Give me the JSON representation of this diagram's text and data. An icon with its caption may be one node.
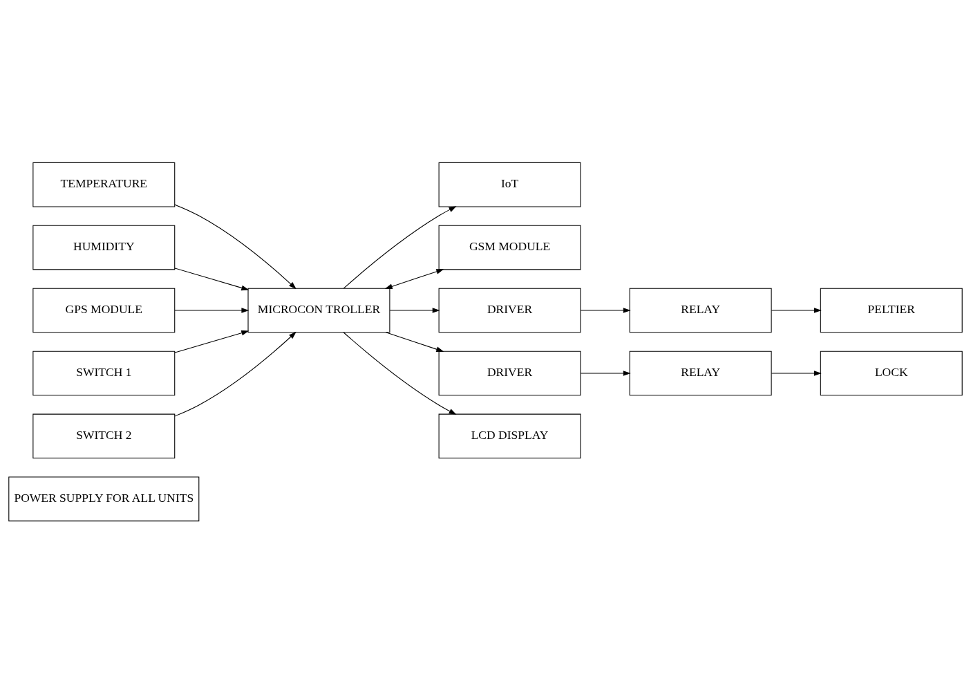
{
  "diagram": {
    "nodes": [
      {
        "text": [
          "POWER SUPPLY FOR ALL UNITS"
        ]
      },
      {
        "text": [
          "TEMPERATURE"
        ]
      },
      {
        "text": [
          "HUMIDITY"
        ]
      },
      {
        "text": [
          "GPS MODULE"
        ]
      },
      {
        "text": [
          "SWITCH 1"
        ]
      },
      {
        "text": [
          "SWITCH 2"
        ]
      },
      {
        "text": [
          "MICROCON TROLLER"
        ]
      },
      {
        "text": [
          "IoT"
        ]
      },
      {
        "text": [
          "GSM MODULE"
        ]
      },
      {
        "text": [
          "DRIVER"
        ]
      },
      {
        "text": [
          "RELAY"
        ]
      },
      {
        "text": [
          "PELTIER"
        ]
      },
      {
        "text": [
          "DRIVER"
        ]
      },
      {
        "text": [
          "RELAY"
        ]
      },
      {
        "text": [
          "LOCK"
        ]
      },
      {
        "text": [
          "LCD DISPLAY"
        ]
      }
    ],
    "edges": [
      {
        "from": 1,
        "to": 6,
        "arrow": "to"
      },
      {
        "from": 2,
        "to": 6,
        "arrow": "to"
      },
      {
        "from": 3,
        "to": 6,
        "arrow": "to"
      },
      {
        "from": 4,
        "to": 6,
        "arrow": "to"
      },
      {
        "from": 5,
        "to": 6,
        "arrow": "to"
      },
      {
        "from": 6,
        "to": 7,
        "arrow": "to"
      },
      {
        "from": 6,
        "to": 8,
        "arrow": "both"
      },
      {
        "from": 6,
        "to": 9,
        "arrow": "to"
      },
      {
        "from": 9,
        "to": 10,
        "arrow": "to"
      },
      {
        "from": 10,
        "to": 11,
        "arrow": "to"
      },
      {
        "from": 6,
        "to": 12,
        "arrow": "to"
      },
      {
        "from": 12,
        "to": 13,
        "arrow": "to"
      },
      {
        "from": 13,
        "to": 14,
        "arrow": "to"
      },
      {
        "from": 6,
        "to": 15,
        "arrow": "to"
      }
    ]
  }
}
